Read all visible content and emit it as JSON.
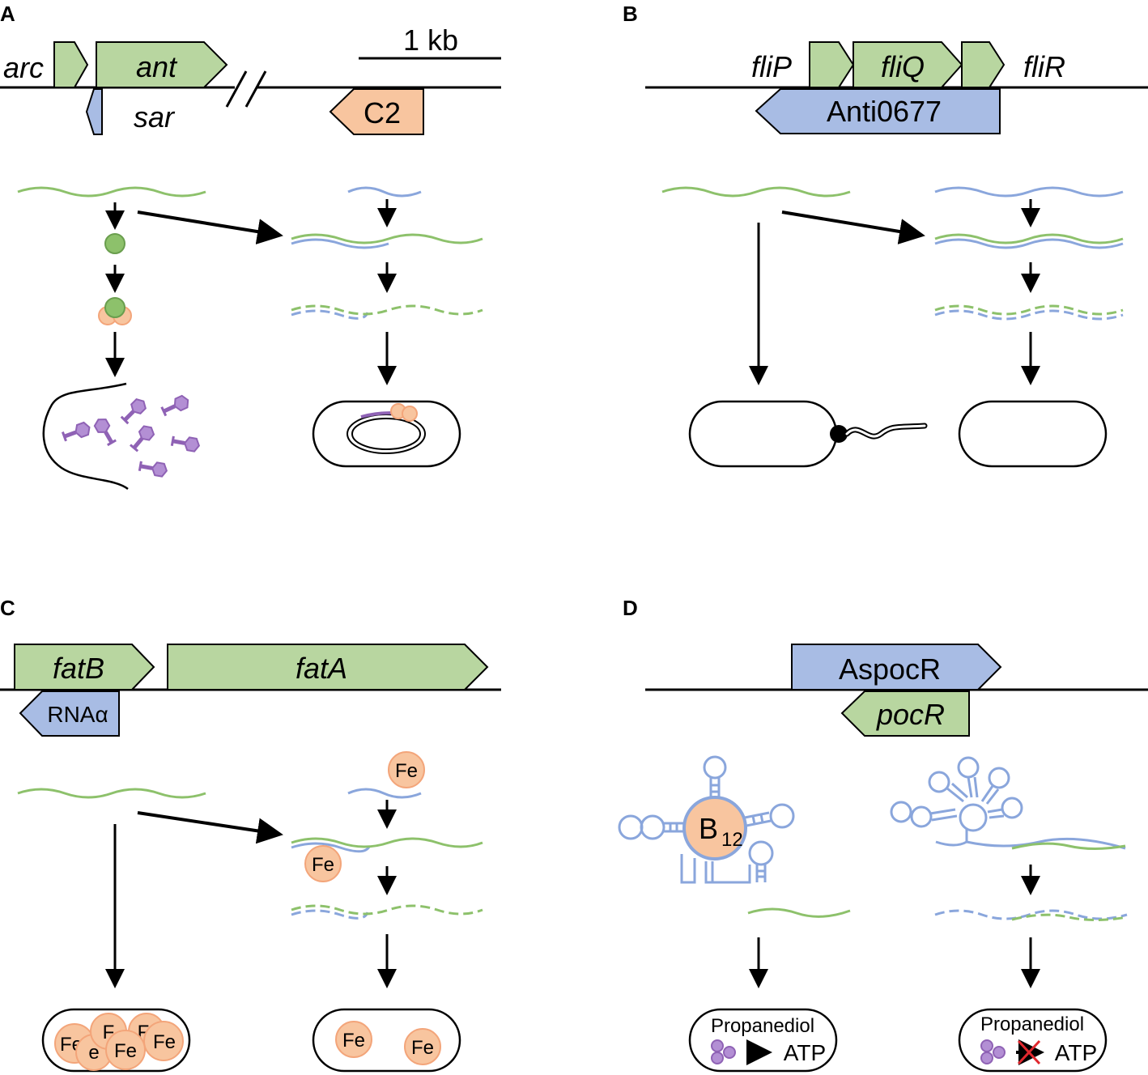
{
  "colors": {
    "green_fill": "#b8d6a0",
    "green_line": "#8dc16b",
    "blue_fill": "#a8bce4",
    "blue_line": "#8aa6dc",
    "orange_fill": "#f8c59f",
    "orange_line": "#f3a57a",
    "purple": "#8f62b5",
    "purple_light": "#b38fd4",
    "red_x": "#e0282e"
  },
  "panels": {
    "A": {
      "label": "A",
      "genes": {
        "arc": "arc",
        "ant": "ant",
        "sar": "sar",
        "c2": "C2"
      },
      "scale": "1 kb"
    },
    "B": {
      "label": "B",
      "genes": {
        "fliP": "fliP",
        "fliQ": "fliQ",
        "fliR": "fliR",
        "anti": "Anti0677"
      }
    },
    "C": {
      "label": "C",
      "genes": {
        "fatB": "fatB",
        "fatA": "fatA",
        "rna": "RNAα"
      },
      "iron": "Fe",
      "iron_partial_1": "e",
      "iron_partial_2": "F",
      "iron_partial_3": "F"
    },
    "D": {
      "label": "D",
      "genes": {
        "aspocR": "AspocR",
        "pocR": "pocR"
      },
      "b12_base": "B",
      "b12_sub": "12",
      "propanediol": "Propanediol",
      "atp": "ATP"
    }
  }
}
